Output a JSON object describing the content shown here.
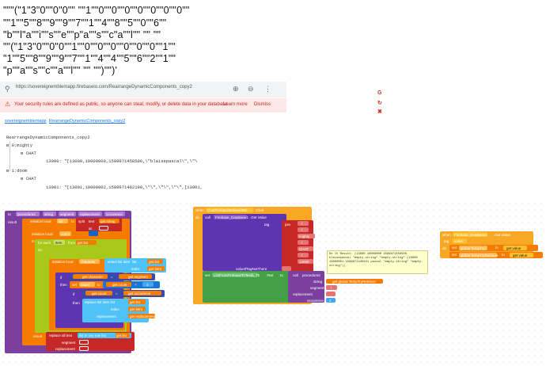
{
  "header_lines": [
    "\"\"\"(\"1\"3\"0\"\"0\"0\"\" \"\"1\"\"0\"\"0\"\"0\"\"0\"\"0\"\"0\"\"0\"\"",
    "\"\"1\"\"5\"\"8\"\"9\"\"9\"\"7\"\"1\"\"4\"\"8\"\"5\"\"0\"\"6\"\"",
    "\"b\"\"l\"a\"\"i\"\"s\"\"e\"\"p\"a\"\"s\"\"c\"a\"\"l\"\" \"\" \"\"",
    "\"\"(\"1\"3\"0\"\"0\"0\"\"1\"\"0\"\"0\"\"0\"\"0\"\"0\"\"0\"\"1\"\"",
    "\"1\"\"5\"\"8\"\"9\"\"9\"\"7\"\"1\"\"4\"\"4\"\"5\"\"6\"\"2\"\"1\"\"",
    "\"p\"\"a\"\"s\"\"c\"\"a\"\"l\"\" \"\" \"\")\"\")'"
  ],
  "browser": {
    "url": "https://sovereignemblemapp.firebaseio.com/RearrangeDynamicComponents_copy2",
    "warning": "Your security rules are defined as public, so anyone can steal, modify, or delete data in your database",
    "learn_more": "Learn more",
    "dismiss": "Dismiss"
  },
  "breadcrumb": {
    "root": "sovereignemblemapp",
    "child": "RearrangeDynamicComponents_copy2"
  },
  "tree": {
    "root": "RearrangeDynamicComponents_copy2",
    "node0": "0:mighty",
    "chat0": "CHAT",
    "value0": "13000: \"[13000,10000000,1589971458506,\\\"blaisepascal\\\",\\\"\\",
    "node1": "1:doom",
    "chat1": "CHAT",
    "value1": "13001: \"[13001,10000002,1589971462190,\\\"\\\",\\\"\\\",\\\"\\\",[13001,"
  },
  "blocks": {
    "proc_to": "to",
    "proc_name": "procedure2",
    "proc_params": [
      "string",
      "segment",
      "replacement",
      "occurence"
    ],
    "result": "result",
    "init_local_1": "initialize local",
    "name_1": "list",
    "to_1": "to",
    "split_label": "split",
    "text_label": "text",
    "get_string": "get",
    "string_v": "string",
    "at_label": "at",
    "init_local_2": "initialize local",
    "count_name": "count",
    "in_label": "in",
    "for_each": "for each",
    "item_v": "item",
    "from_label": "from",
    "get_list": "get",
    "list_v": "list",
    "do_label": "do",
    "init_local_3": "initialize local",
    "char_name": "character",
    "select_item": "select list item",
    "list_lbl": "list",
    "index_lbl": "index",
    "get_item": "get",
    "item_v2": "item",
    "if_label": "if",
    "compare_eq": "=",
    "get_character": "get",
    "character_v": "character",
    "get_segment": "get",
    "segment_v": "segment",
    "then_label": "then",
    "set_count": "set",
    "count_v": "count",
    "to_2": "to",
    "plus": "+",
    "get_count2": "get",
    "count_v2": "count",
    "one": "1",
    "if_2": "if",
    "get_count3": "get",
    "count_v3": "count",
    "get_occ": "get",
    "occ_v": "occurence",
    "then_2": "then",
    "replace_item": "replace list item",
    "list_lbl2": "list",
    "get_list2": "get",
    "list_v2": "list",
    "index_lbl2": "index",
    "get_index": "get",
    "index_v": "item",
    "replacement_lbl": "replacement",
    "get_repl": "get",
    "repl_v": "replacement",
    "result_2": "result",
    "replace_all": "replace all text",
    "list_to_csv": "list to csv row",
    "list_lbl3": "list",
    "get_list3": "get",
    "list_v3": "list",
    "segment_lbl": "segment",
    "replacement_lbl2": "replacement",
    "when_label": "when",
    "event_comp": "ChatFirebaseRetrieveBtn",
    "event_name": ".Click",
    "do_2": "do",
    "call_label": "call",
    "db_comp": "Firebase_Database1",
    "get_value": ".Get Value",
    "tag_lbl": "tag",
    "join_lbl": "join",
    "str_slash": "/",
    "str_mighty": "mighty",
    "str_chat": "CHAT",
    "str_13000": "13000",
    "value_if_tag": "valueIfTagNotThere",
    "set_label": "set",
    "list_picker": "ListFromFirebaseToTextb_Tb",
    "text_prop": ".Text",
    "to_3": "to",
    "call_2": "call",
    "proc2": "procedure2",
    "string_lbl": "string",
    "get_global": "get",
    "global_v": "global TempTryRetrieve",
    "segment_lbl2": "segment",
    "seg_str": "\\",
    "replacement_lbl3": "replacement",
    "occurence_lbl": "occurence",
    "occ_num": "2",
    "when_2": "when",
    "db_comp2": "Firebase_Database1",
    "got_value": ".Got Value",
    "tag_param": "tag",
    "value_param": "value",
    "do_3": "do",
    "set_2": "set",
    "global_tempt": "global TempTryf",
    "to_4": "to",
    "get_value2": "get",
    "value_v": "value",
    "set_3": "set",
    "global_retrieve": "global TempTryRetrieve",
    "to_5": "to",
    "get_value3": "get",
    "value_v2": "value"
  },
  "comment": "Do It Result: (13000 10000000 1589971458506 blaisepascal \"empty-string\" \"empty-string\" (13000 10000001 1589971445621 pascal \"empty-string\" \"empty-string\"))"
}
